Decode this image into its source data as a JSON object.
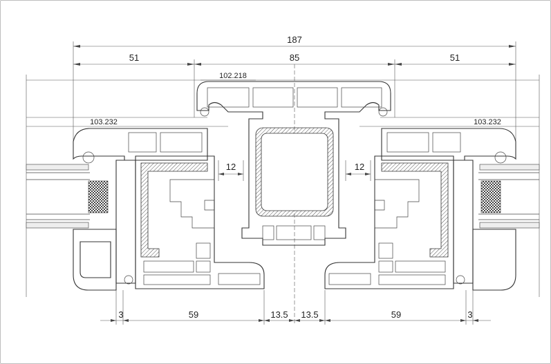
{
  "drawing": {
    "dimensions": {
      "overall": "187",
      "left_frame": "51",
      "center": "85",
      "right_frame": "51",
      "arc_label": "102.218",
      "left_arc": "103.232",
      "right_arc": "103.232",
      "left_bead": "12",
      "right_bead": "12",
      "left_small": "3",
      "left_sash": "59",
      "mid_left": "13.5",
      "mid_right": "13.5",
      "right_sash": "59",
      "right_small": "3"
    }
  }
}
